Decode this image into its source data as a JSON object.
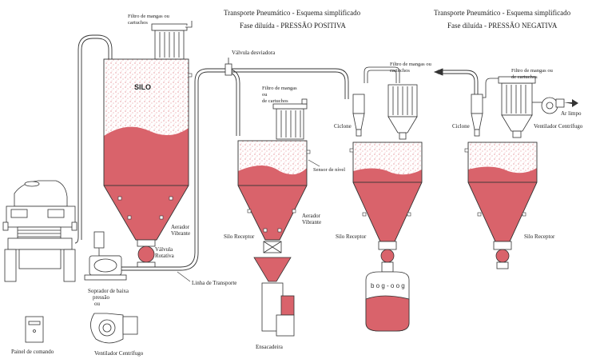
{
  "headers": {
    "positive_title": "Transporte Pneumático - Esquema simplificado",
    "positive_subtitle": "Fase diluída - PRESSÃO POSITIVA",
    "negative_title": "Transporte Pneumático - Esquema simplificado",
    "negative_subtitle": "Fase diluída - PRESSÃO NEGATIVA"
  },
  "labels": {
    "filter_top_1": "Filtro de mangas ou",
    "filter_top_2": "cartuchos",
    "silo": "SILO",
    "aerator": "Aerador",
    "vibrator": "Vibrante",
    "rotary_1": "Válvula",
    "rotary_2": "Rotativa",
    "transport_line": "Linha de Transporte",
    "blower_1": "Soprador de baixa",
    "blower_2": "pressão",
    "or": "ou",
    "fan": "Ventilador Centrífugo",
    "control_panel": "Painel de comando",
    "diverter": "Válvula desviadora",
    "filter_mid_1": "Filtro de mangas",
    "filter_mid_2": "ou",
    "filter_mid_3": "de cartuchos",
    "level_sensor": "Sensor de nível",
    "receiver": "Silo Receptor",
    "bagger": "Ensacadeira",
    "cyclone": "Ciclone",
    "filter_pos_1": "Filtro de mangas ou",
    "filter_pos_2": "cartuchos",
    "bag_text": "b o g - o o g",
    "filter_neg_1": "Filtro de mangas ou",
    "filter_neg_2": "de cartuchos",
    "clean_air": "Ar limpo",
    "fan_neg": "Ventilador Centrífugo"
  },
  "colors": {
    "material": "#d9636b",
    "dust": "#d9636b",
    "line": "#333333"
  }
}
